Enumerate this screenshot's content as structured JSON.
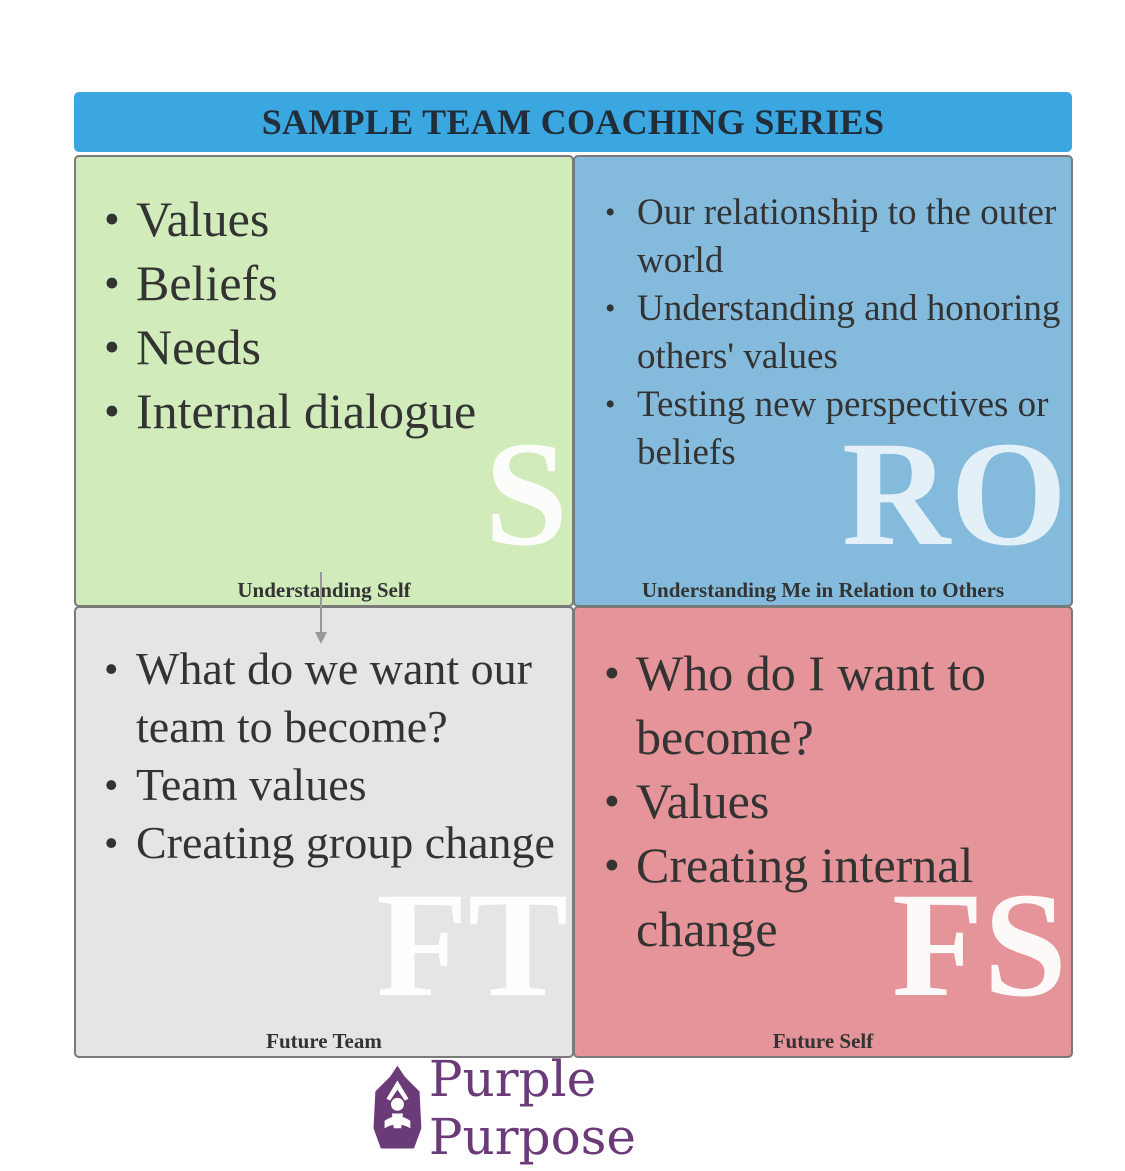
{
  "header": {
    "title": "SAMPLE TEAM COACHING SERIES"
  },
  "quadrants": {
    "self": {
      "items": [
        "Values",
        "Beliefs",
        "Needs",
        "Internal dialogue"
      ],
      "letter": "S",
      "caption": "Understanding Self",
      "color": "#d1ebbb"
    },
    "ro": {
      "items": [
        "Our relationship to the outer world",
        "Understanding and honoring others' values",
        "Testing new perspectives or beliefs"
      ],
      "letter": "RO",
      "caption": "Understanding Me in Relation to Others",
      "color": "#84bbdd"
    },
    "ft": {
      "items": [
        "What do we want our team to become?",
        "Team values",
        "Creating group change"
      ],
      "letter": "FT",
      "caption": "Future Team",
      "color": "#e5e5e5"
    },
    "fs": {
      "items": [
        "Who do I want to become?",
        "Values",
        "Creating internal change"
      ],
      "letter": "FS",
      "caption": "Future Self",
      "color": "#e59499"
    }
  },
  "logo": {
    "text": "Purple Purpose",
    "icon": "meditating-figure-icon",
    "color": "#6b3a78"
  },
  "accent_color": "#3ba7e0"
}
